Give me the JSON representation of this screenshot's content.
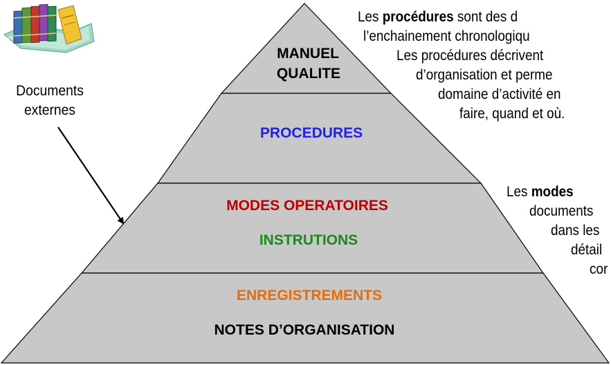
{
  "external_docs": {
    "line1": "Documents",
    "line2": "externes",
    "icon": "books-icon"
  },
  "pyramid": {
    "fill": "#c8c8c8",
    "tiers": [
      {
        "lines": [
          {
            "text": "MANUEL",
            "color": "#000000"
          },
          {
            "text": "QUALITE",
            "color": "#000000"
          }
        ]
      },
      {
        "lines": [
          {
            "text": "PROCEDURES",
            "color": "#1f1ff0"
          }
        ]
      },
      {
        "lines": [
          {
            "text": "MODES OPERATOIRES",
            "color": "#c00000"
          },
          {
            "text": "INSTRUTIONS",
            "color": "#1a8a1a"
          }
        ]
      },
      {
        "lines": [
          {
            "text": "ENREGISTREMENTS",
            "color": "#e46c0a"
          },
          {
            "text": "NOTES D’ORGANISATION",
            "color": "#000000"
          }
        ]
      }
    ]
  },
  "procedures_text": [
    {
      "pre": "Les ",
      "bold": "procédures",
      "post": " sont des d"
    },
    {
      "pre": "l’enchainement chronologiqu",
      "bold": "",
      "post": ""
    },
    {
      "pre": "Les procédures décrivent",
      "bold": "",
      "post": ""
    },
    {
      "pre": "d’organisation et perme",
      "bold": "",
      "post": ""
    },
    {
      "pre": "domaine d’activité en",
      "bold": "",
      "post": ""
    },
    {
      "pre": "faire, quand et où.",
      "bold": "",
      "post": ""
    }
  ],
  "modes_text": [
    {
      "pre": "Les ",
      "bold": "modes",
      "post": ""
    },
    {
      "pre": "documents",
      "bold": "",
      "post": ""
    },
    {
      "pre": "dans les",
      "bold": "",
      "post": ""
    },
    {
      "pre": "détail",
      "bold": "",
      "post": ""
    },
    {
      "pre": "cor",
      "bold": "",
      "post": ""
    }
  ]
}
